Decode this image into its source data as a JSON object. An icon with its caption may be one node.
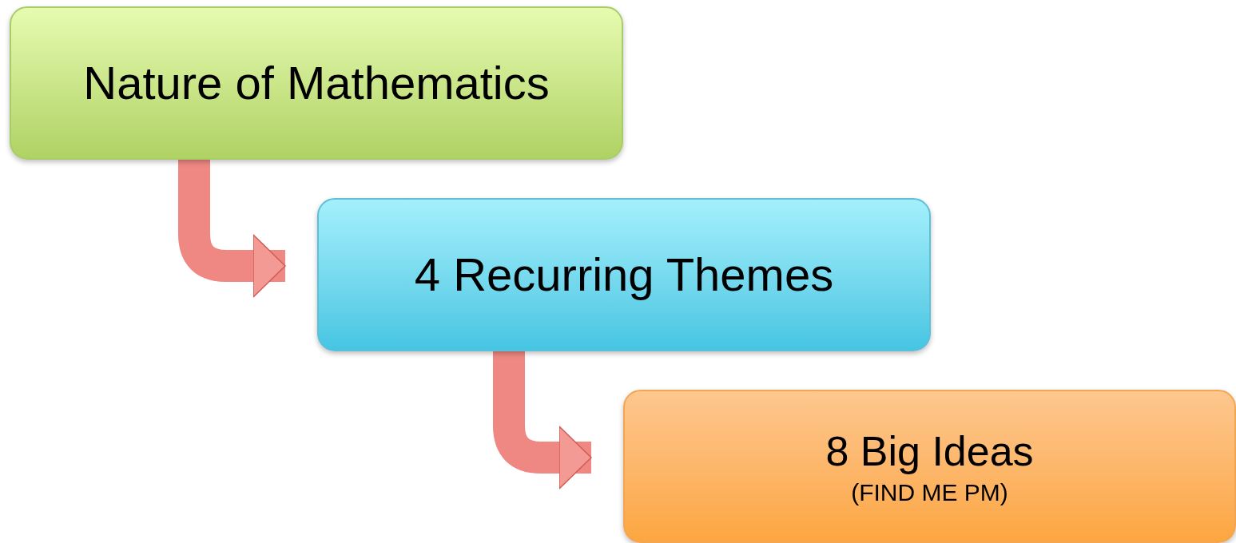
{
  "diagram": {
    "nodes": [
      {
        "text": [
          "Nature of Mathematics"
        ]
      },
      {
        "text": [
          "4 Recurring Themes"
        ]
      },
      {
        "text": [
          "8 Big Ideas",
          "(FIND ME PM)"
        ]
      }
    ],
    "edges": [
      {
        "from": 0,
        "to": 1,
        "arrow": "to"
      },
      {
        "from": 1,
        "to": 2,
        "arrow": "to"
      }
    ]
  }
}
